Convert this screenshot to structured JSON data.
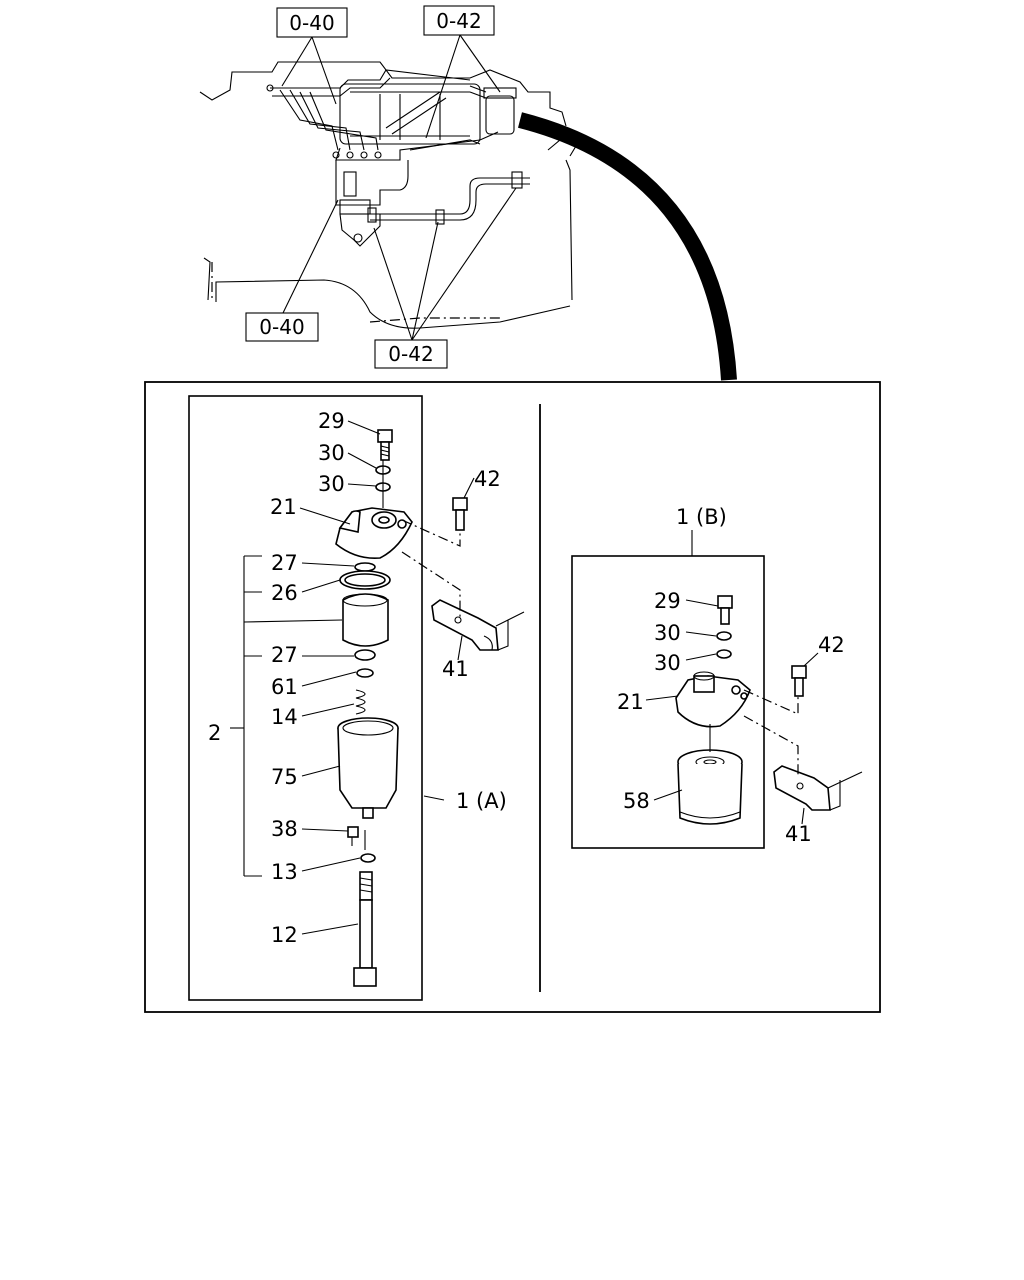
{
  "refs": {
    "top_left": "0-40",
    "top_right": "0-42",
    "bottom_left": "0-40",
    "bottom_right": "0-42"
  },
  "variant_a": {
    "assembly_label": "1 (A)",
    "kit_label": "2",
    "parts": {
      "p29": "29",
      "p30a": "30",
      "p30b": "30",
      "p21": "21",
      "p42": "42",
      "p27a": "27",
      "p26": "26",
      "p27b": "27",
      "p61": "61",
      "p14": "14",
      "p41": "41",
      "p75": "75",
      "p38": "38",
      "p13": "13",
      "p12": "12"
    }
  },
  "variant_b": {
    "assembly_label": "1 (B)",
    "parts": {
      "p29": "29",
      "p30a": "30",
      "p30b": "30",
      "p42": "42",
      "p21": "21",
      "p58": "58",
      "p41": "41"
    }
  }
}
